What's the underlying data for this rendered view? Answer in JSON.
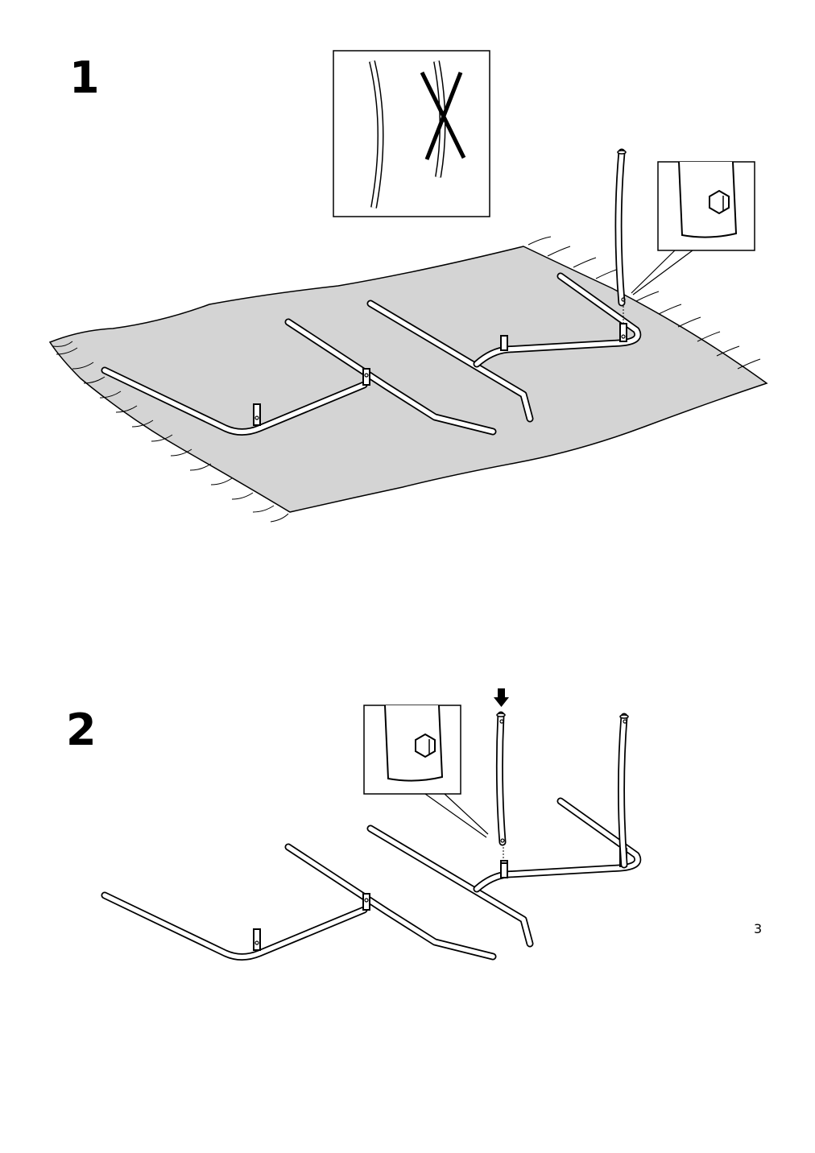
{
  "steps": [
    {
      "number": "1"
    },
    {
      "number": "2"
    }
  ],
  "page_number": "3",
  "icons": {
    "correct": "straight-tube-ok-icon",
    "incorrect": "crossed-tube-wrong-icon",
    "detail": "hex-bolt-icon",
    "press": "down-arrow-icon"
  },
  "colors": {
    "rug": "#d4d4d4",
    "line": "#000000"
  }
}
